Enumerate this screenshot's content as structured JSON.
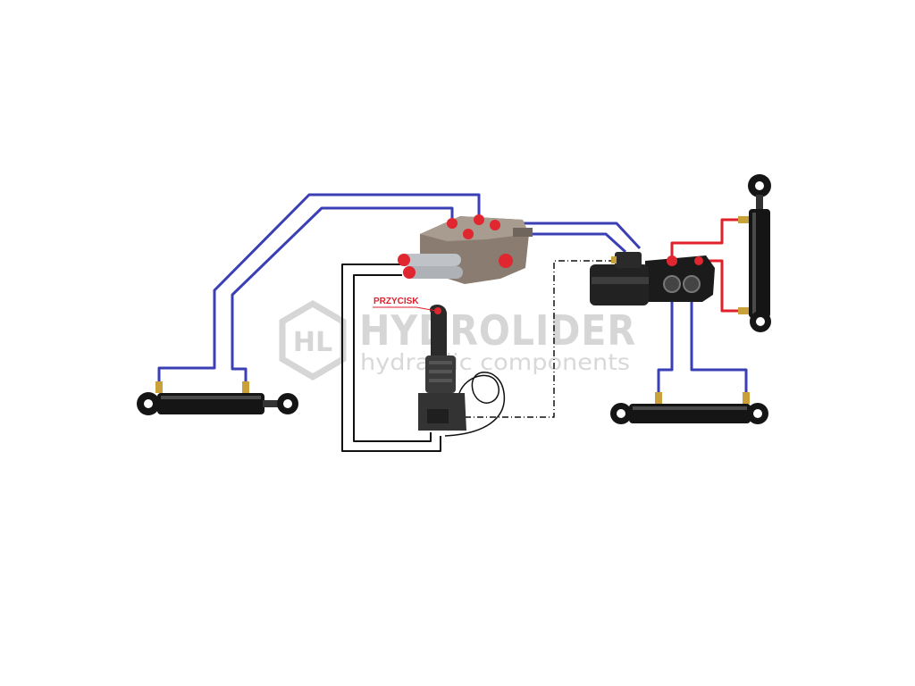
{
  "watermark": {
    "brand": "HYDROLIDER",
    "tagline": "hydraulic components",
    "monogram": "HL",
    "color": "#c8c8c8"
  },
  "labels": {
    "button": "PRZYCISK"
  },
  "colors": {
    "hose_blue": "#3a3fb5",
    "hose_red": "#e0202a",
    "wire_black": "#111111",
    "cylinder_body": "#151515",
    "valve_metal": "#8a7c70",
    "port_red": "#e0262f",
    "fitting_brass": "#c9a03a",
    "label_red": "#e0202a"
  },
  "components": [
    {
      "name": "hydraulic-cylinder",
      "icon": "hydraulic-cylinder-icon"
    },
    {
      "name": "hydraulic-cylinder",
      "icon": "hydraulic-cylinder-icon"
    },
    {
      "name": "hydraulic-cylinder",
      "icon": "hydraulic-cylinder-icon"
    },
    {
      "name": "directional-control-valve",
      "icon": "monoblock-valve-icon"
    },
    {
      "name": "solenoid-diverter-valve",
      "icon": "solenoid-valve-icon"
    },
    {
      "name": "joystick",
      "icon": "joystick-icon"
    }
  ]
}
